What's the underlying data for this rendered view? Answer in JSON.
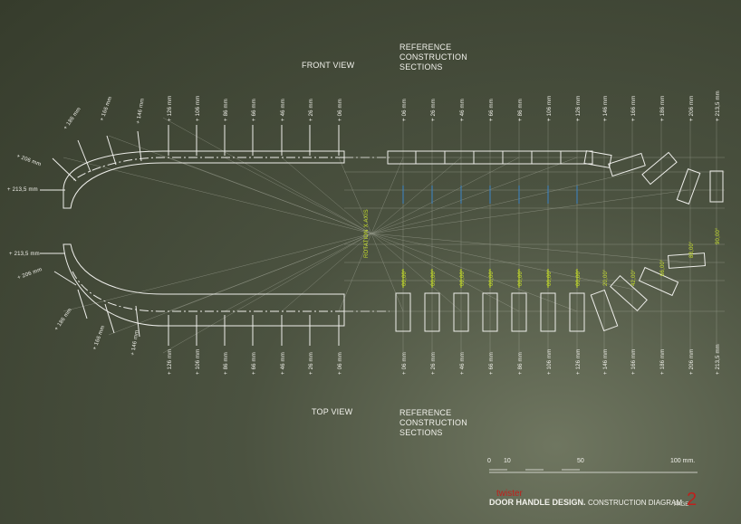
{
  "views": {
    "front": "FRONT VIEW",
    "top": "TOP VIEW",
    "reference_top": [
      "REFERENCE",
      "CONSTRUCTION",
      "SECTIONS"
    ],
    "reference_bottom": [
      "REFERENCE",
      "CONSTRUCTION",
      "SECTIONS"
    ]
  },
  "dims_straight": [
    "+ 126 mm",
    "+ 106 mm",
    "+ 86 mm",
    "+ 66 mm",
    "+ 46 mm",
    "+ 26 mm",
    "+ 06 mm"
  ],
  "dims_curve_top": [
    "+ 146 mm",
    "+ 166 mm",
    "+ 186 mm",
    "+ 206 mm",
    "+ 213,5 mm"
  ],
  "dims_curve_bottom": [
    "+ 146 mm",
    "+ 166 mm",
    "+ 186 mm",
    "+ 206 mm",
    "+ 213,5 mm"
  ],
  "dims_sections": [
    "+ 06 mm",
    "+ 26 mm",
    "+ 46 mm",
    "+ 66 mm",
    "+ 86 mm",
    "+ 106 mm",
    "+ 126 mm",
    "+ 146 mm",
    "+ 166 mm",
    "+ 186 mm",
    "+ 206 mm",
    "+ 213,5 mm"
  ],
  "axis_label": "ROTATION X AXIS",
  "angles_yellow": [
    "00,00°",
    "00,00°",
    "00,00°",
    "00,00°",
    "00,00°",
    "00,00°",
    "00,00°",
    "20,00°",
    "42,00°",
    "66,00°",
    "88,00°",
    "90,00°"
  ],
  "scale": {
    "ticks": [
      "0",
      "10",
      "50",
      "100 mm."
    ]
  },
  "footer": {
    "brand": "twister",
    "title": "DOOR HANDLE DESIGN.",
    "subtitle": "CONSTRUCTION DIAGRAM",
    "page_label": "PAGE",
    "page_number": "2"
  },
  "colors": {
    "line": "#eeeeea",
    "blue": "#3c86c9",
    "yellow": "#c8e02a",
    "accent": "#c0201c"
  }
}
